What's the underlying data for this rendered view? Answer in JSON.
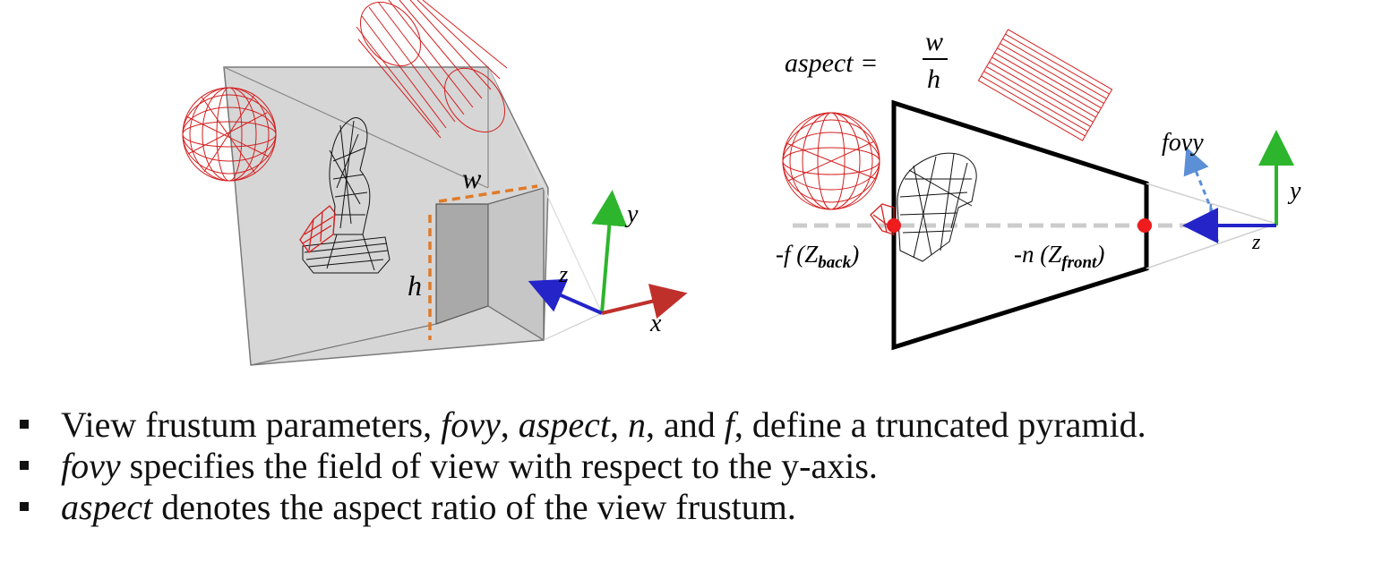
{
  "left_figure": {
    "label_w": "w",
    "label_h": "h",
    "axis_x": "x",
    "axis_y": "y",
    "axis_z": "z"
  },
  "right_figure": {
    "aspect_lhs": "aspect = ",
    "aspect_num": "w",
    "aspect_den": "h",
    "fovy": "fovy",
    "far_prefix": "-f (Z",
    "far_sub": "back",
    "far_suffix": ")",
    "near_prefix": "-n (Z",
    "near_sub": "front",
    "near_suffix": ")",
    "axis_y": "y",
    "axis_z": "z"
  },
  "colors": {
    "wireframe": "#d42020",
    "axis_x": "#c0302b",
    "axis_y": "#2db52d",
    "axis_z": "#2424c8",
    "dashed_orange": "#e07a28",
    "fovy_arrow": "#5b8fd6",
    "frustum_gray": "#d6d6d6"
  },
  "bullets": [
    {
      "t1": "View frustum parameters, ",
      "i1": "fovy",
      "t2": ", ",
      "i2": "aspect",
      "t3": ", ",
      "i3": "n",
      "t4": ", and ",
      "i4": "f",
      "t5": ", define a truncated pyramid."
    },
    {
      "i1": "fovy",
      "t1": " specifies the field of view with respect to the y-axis."
    },
    {
      "i1": "aspect",
      "t1": " denotes the aspect ratio of the view frustum."
    }
  ]
}
